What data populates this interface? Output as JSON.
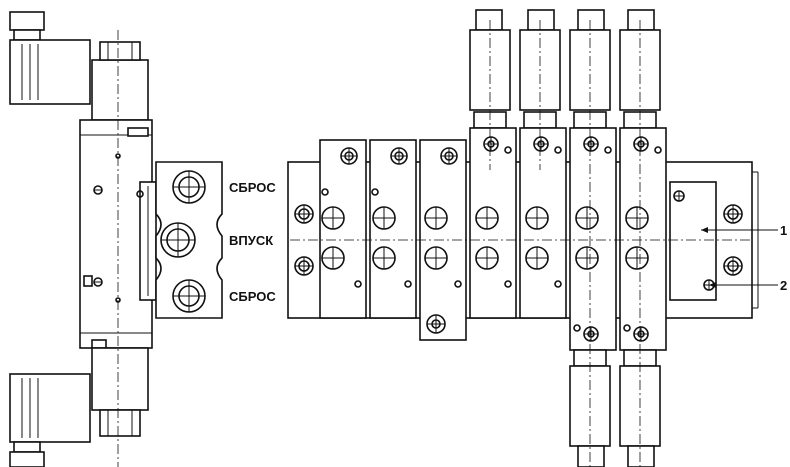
{
  "labels": {
    "exhaust_top": "СБРОС",
    "inlet": "ВПУСК",
    "exhaust_bottom": "СБРОС"
  },
  "callouts": {
    "one": "1",
    "two": "2"
  }
}
